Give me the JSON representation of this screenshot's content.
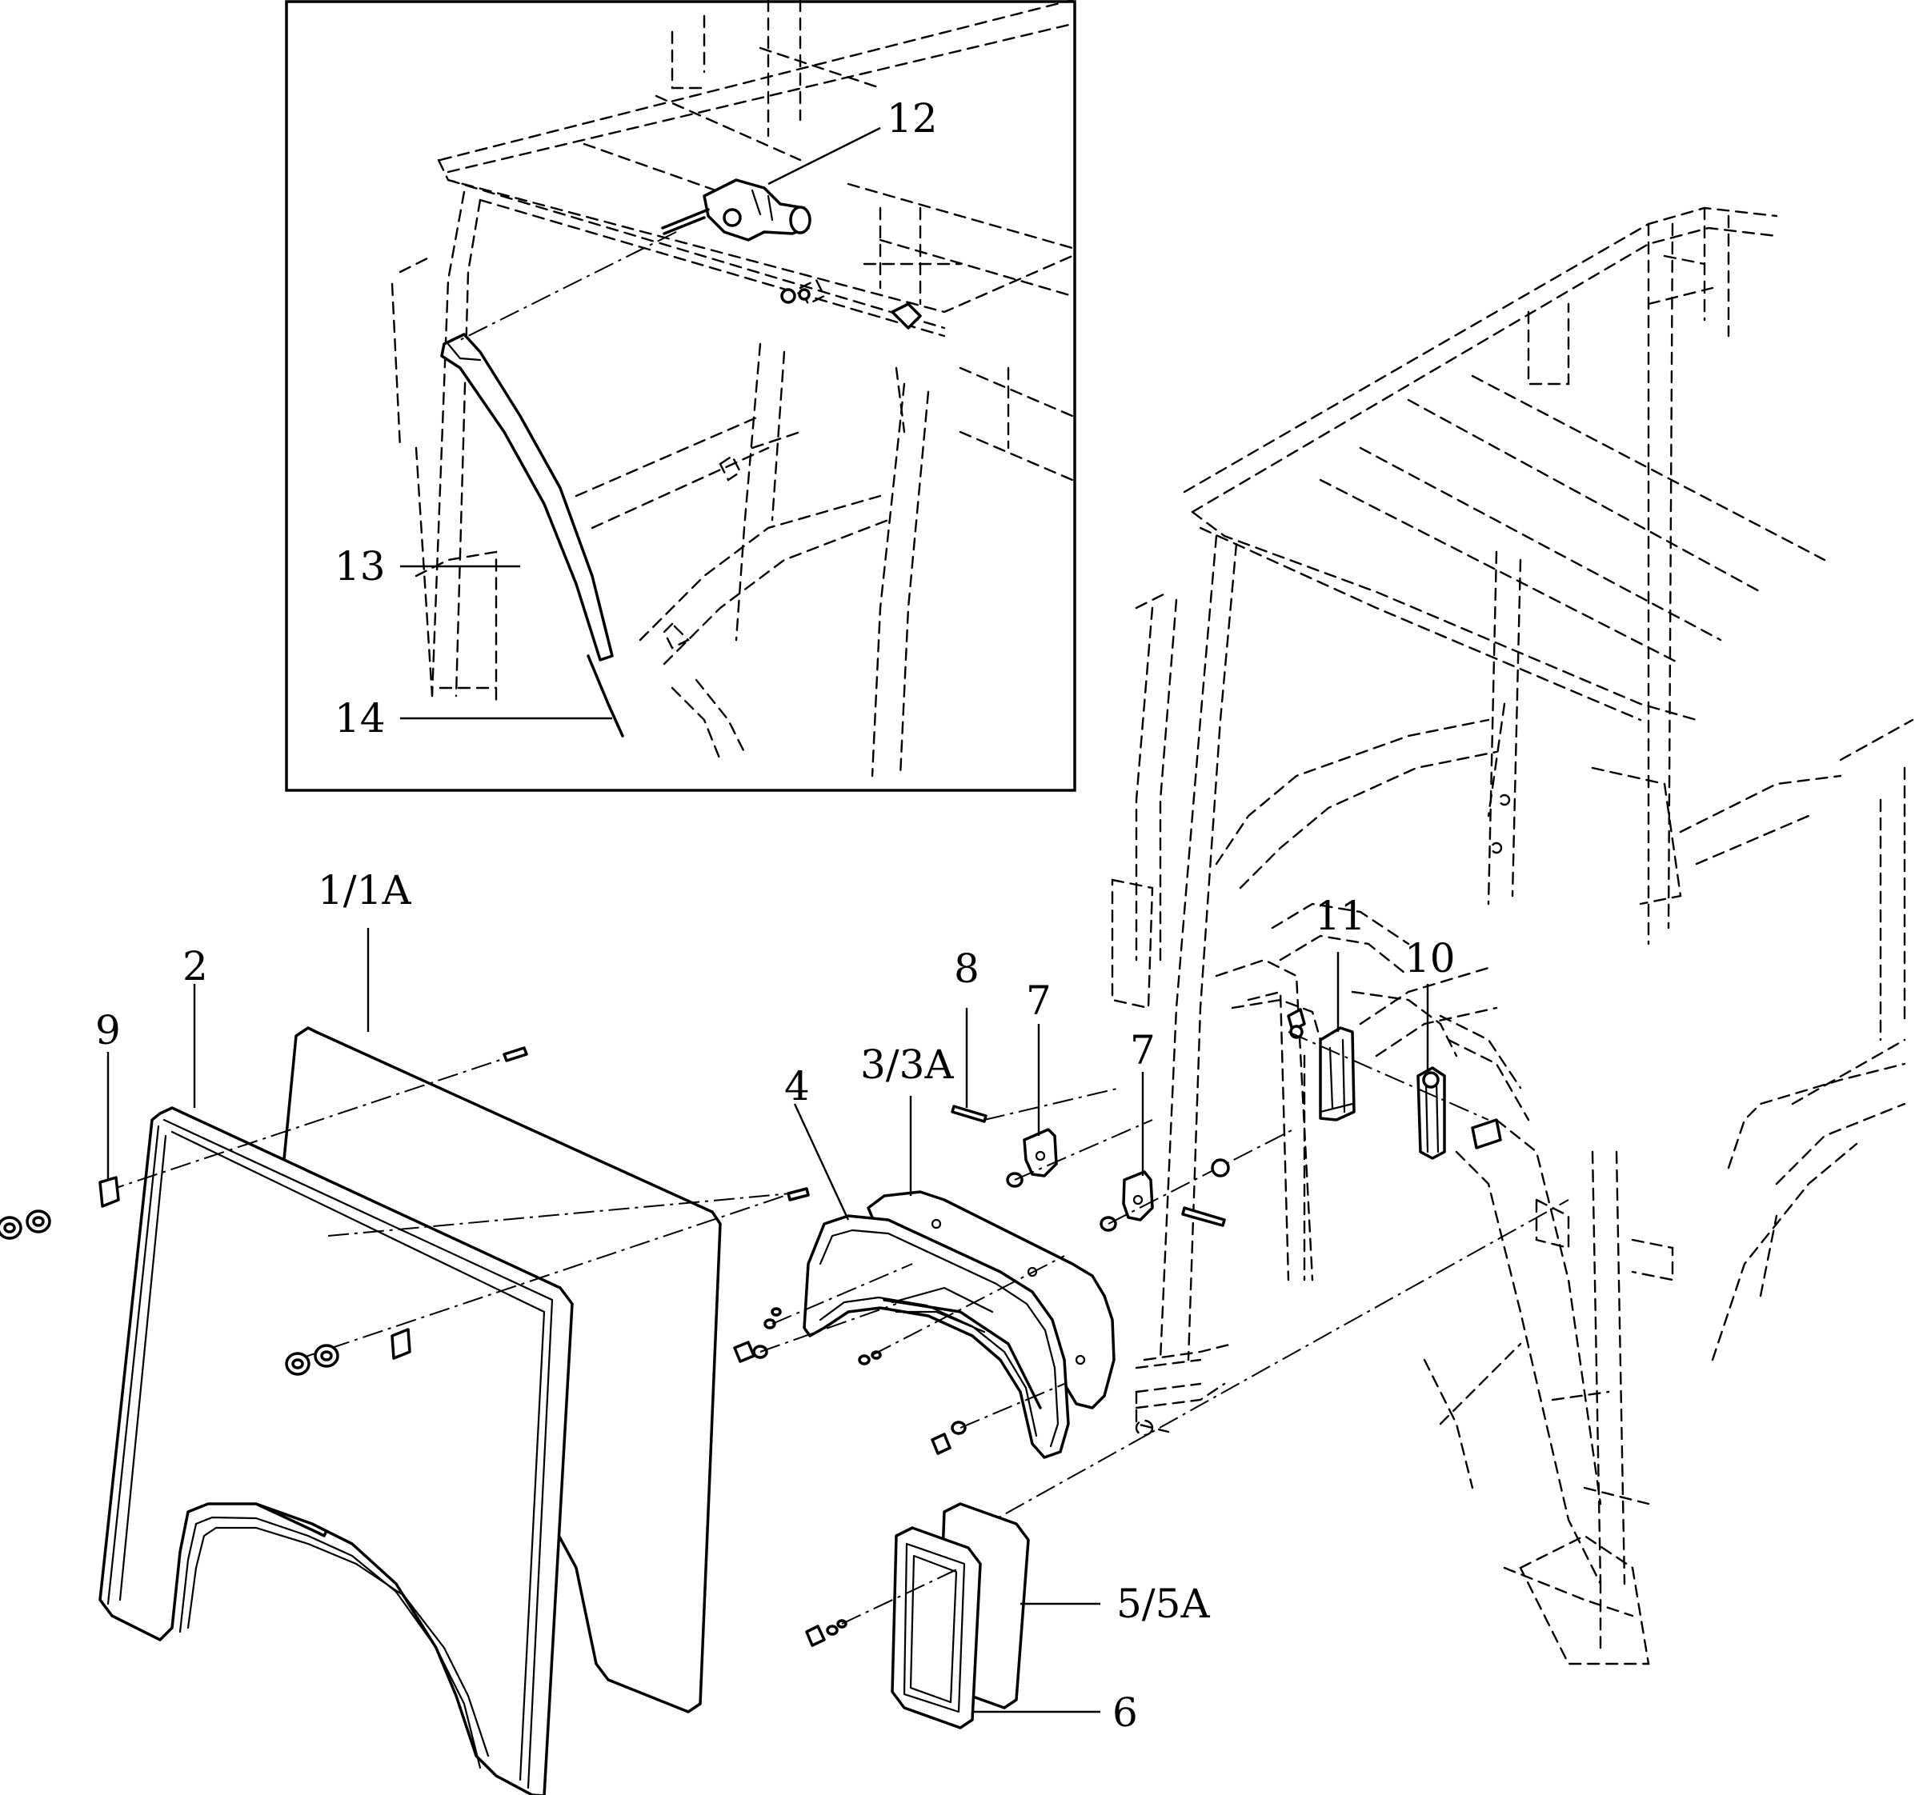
{
  "diagram": {
    "callouts": [
      {
        "id": "c12",
        "text": "12"
      },
      {
        "id": "c13",
        "text": "13"
      },
      {
        "id": "c14",
        "text": "14"
      },
      {
        "id": "c1",
        "text": "1/1A"
      },
      {
        "id": "c2",
        "text": "2"
      },
      {
        "id": "c9",
        "text": "9"
      },
      {
        "id": "c4",
        "text": "4"
      },
      {
        "id": "c3",
        "text": "3/3A"
      },
      {
        "id": "c8",
        "text": "8"
      },
      {
        "id": "c7a",
        "text": "7"
      },
      {
        "id": "c7b",
        "text": "7"
      },
      {
        "id": "c11",
        "text": "11"
      },
      {
        "id": "c10",
        "text": "10"
      },
      {
        "id": "c5",
        "text": "5/5A"
      },
      {
        "id": "c6",
        "text": "6"
      }
    ]
  }
}
